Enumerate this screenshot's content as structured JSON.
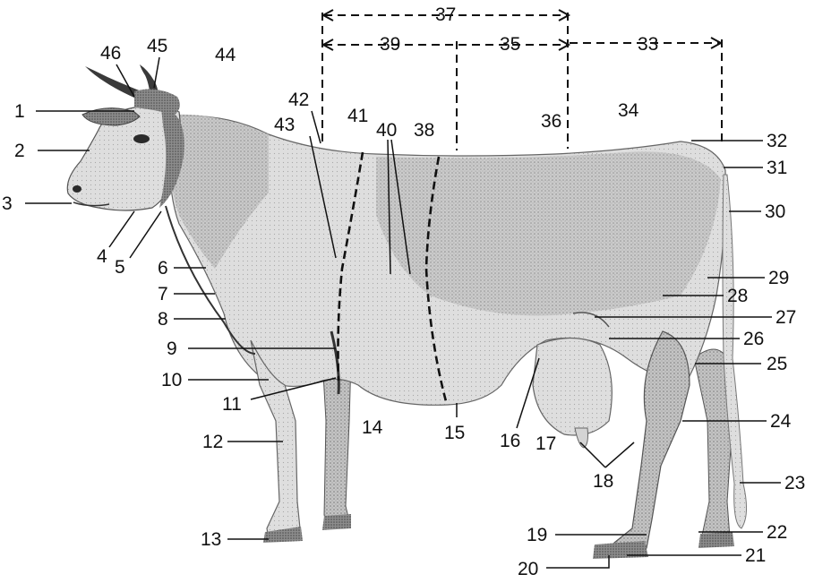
{
  "labels": {
    "l1": "1",
    "l2": "2",
    "l3": "3",
    "l4": "4",
    "l5": "5",
    "l6": "6",
    "l7": "7",
    "l8": "8",
    "l9": "9",
    "l10": "10",
    "l11": "11",
    "l12": "12",
    "l13": "13",
    "l14": "14",
    "l15": "15",
    "l16": "16",
    "l17": "17",
    "l18": "18",
    "l19": "19",
    "l20": "20",
    "l21": "21",
    "l22": "22",
    "l23": "23",
    "l24": "24",
    "l25": "25",
    "l26": "26",
    "l27": "27",
    "l28": "28",
    "l29": "29",
    "l30": "30",
    "l31": "31",
    "l32": "32",
    "l33": "33",
    "l34": "34",
    "l35": "35",
    "l36": "36",
    "l37": "37",
    "l38": "38",
    "l39": "39",
    "l40": "40",
    "l41": "41",
    "l42": "42",
    "l43": "43",
    "l44": "44",
    "l45": "45",
    "l46": "46"
  },
  "colors": {
    "body_dark": "#8a8a8a",
    "body_mid": "#b9b9b9",
    "body_light": "#dcdcdc",
    "ink": "#111111",
    "background": "#ffffff"
  }
}
